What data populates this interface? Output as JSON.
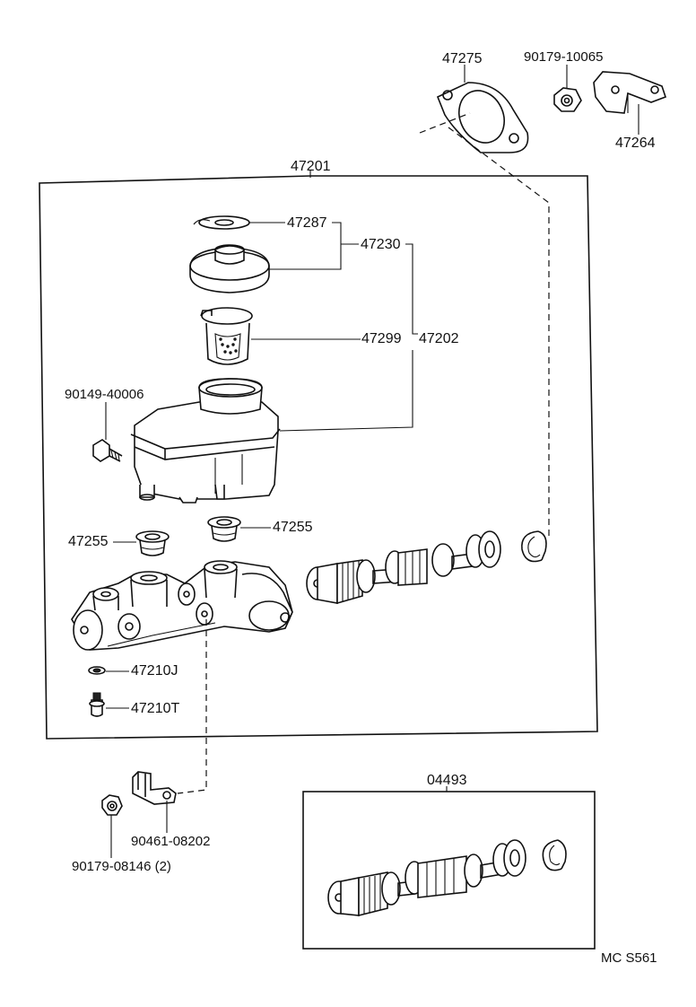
{
  "labels": {
    "p47275": "47275",
    "p90179_10065": "90179-10065",
    "p47264": "47264",
    "p47201": "47201",
    "p47287": "47287",
    "p47230": "47230",
    "p47299": "47299",
    "p47202": "47202",
    "p90149_40006": "90149-40006",
    "p47255_right": "47255",
    "p47255_left": "47255",
    "p47210J": "47210J",
    "p47210T": "47210T",
    "p90461_08202": "90461-08202",
    "p90179_08146": "90179-08146 (2)",
    "p04493": "04493",
    "figure_code": "MC S561"
  }
}
